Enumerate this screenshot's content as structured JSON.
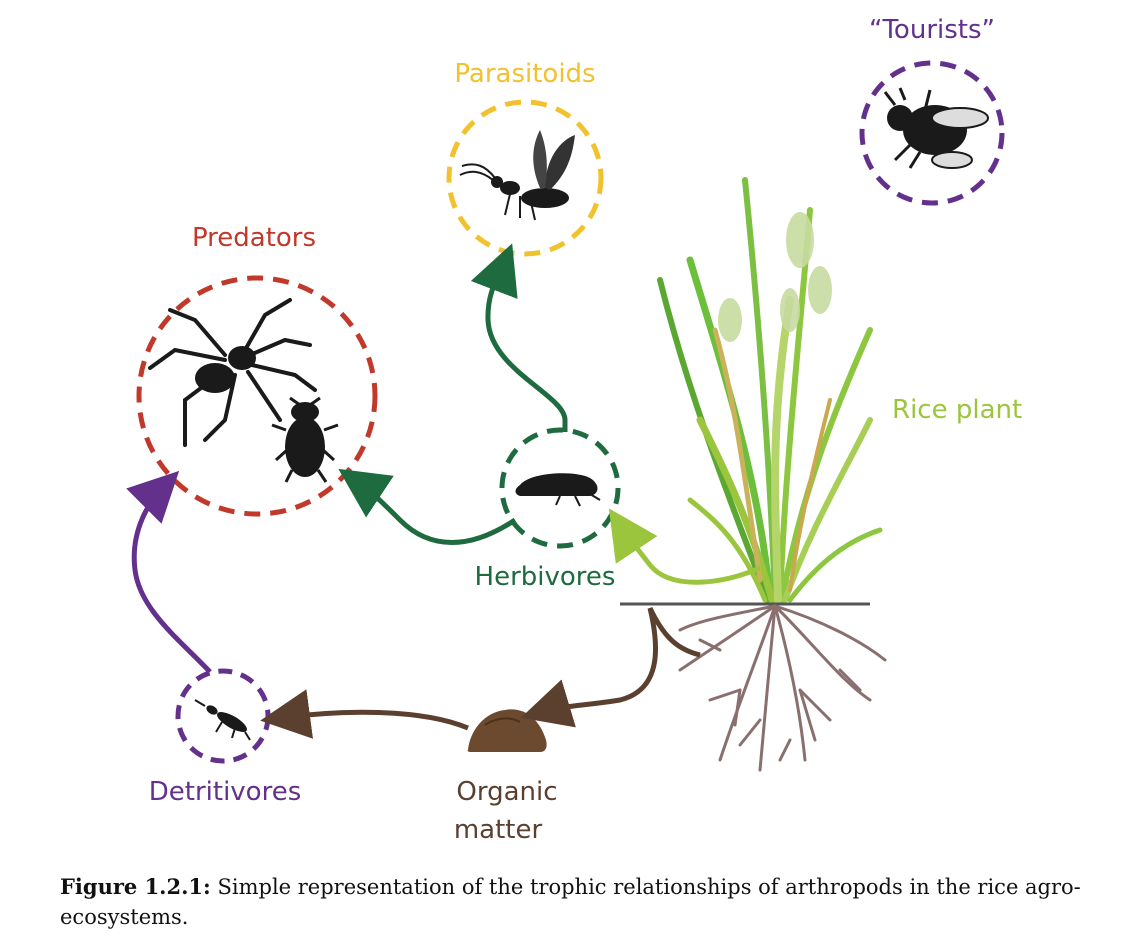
{
  "labels": {
    "parasitoids": "Parasitoids",
    "tourists": "“Tourists”",
    "predators": "Predators",
    "rice_plant": "Rice plant",
    "herbivores": "Herbivores",
    "detritivores": "Detritivores",
    "organic_matter_line1": "Organic",
    "organic_matter_line2": "matter"
  },
  "caption": {
    "label": "Figure 1.2.1:",
    "text": "Simple representation of the trophic relationships of arthropods in the rice agro-ecosystems."
  },
  "colors": {
    "parasitoids": "#f2c12e",
    "tourists": "#63318c",
    "predators": "#c0392b",
    "herbivores": "#1d6b3f",
    "detritivores": "#63318c",
    "rice_plant": "#9bc53d",
    "organic_matter": "#5b4030",
    "roots": "#8a6f6f"
  },
  "icons": [
    "wasp-icon",
    "fly-icon",
    "spider-icon",
    "bug-icon",
    "leafhopper-icon",
    "beetle-icon",
    "soil-mound-icon",
    "rice-plant-icon",
    "roots-icon"
  ]
}
